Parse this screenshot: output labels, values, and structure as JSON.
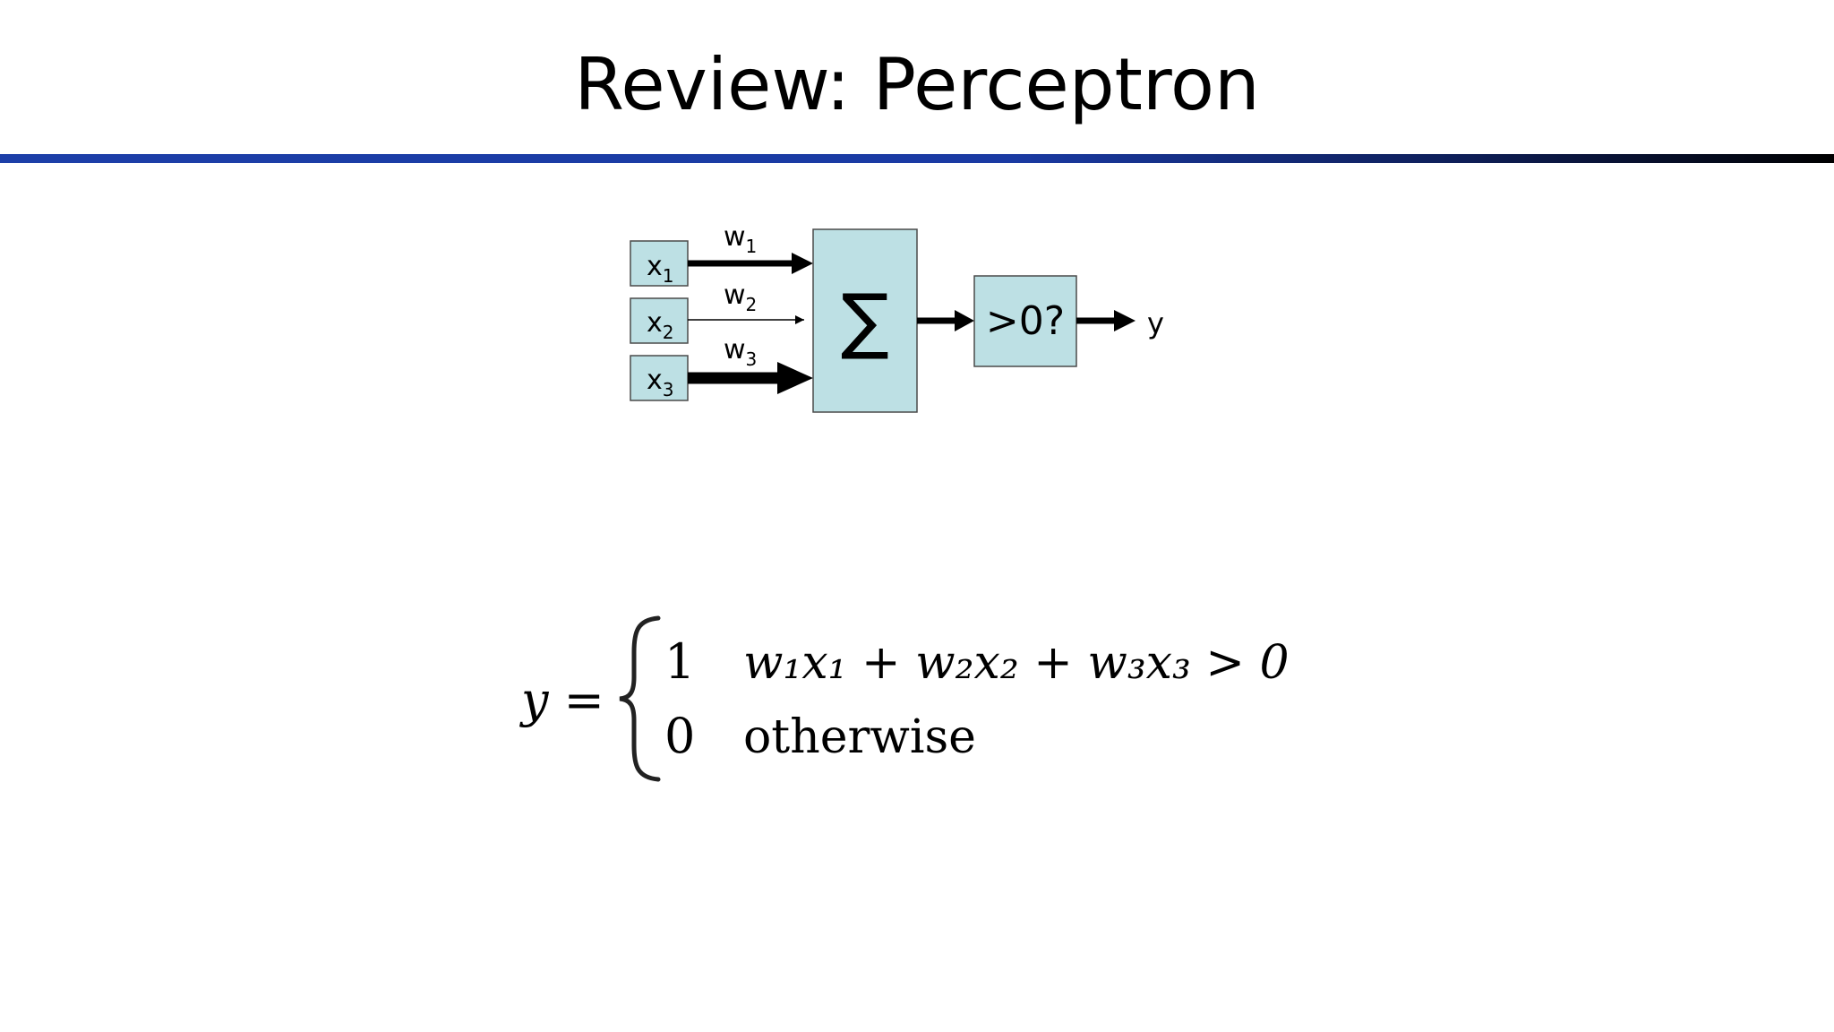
{
  "slide": {
    "title": "Review: Perceptron"
  },
  "colors": {
    "box_fill": "#bde0e4",
    "box_stroke": "#4a4a4a",
    "rule_blue": "#1c3fa8",
    "rule_dark": "#000000"
  },
  "diagram": {
    "inputs": [
      {
        "label": "x",
        "sub": "1"
      },
      {
        "label": "x",
        "sub": "2"
      },
      {
        "label": "x",
        "sub": "3"
      }
    ],
    "weights": [
      {
        "label": "w",
        "sub": "1"
      },
      {
        "label": "w",
        "sub": "2"
      },
      {
        "label": "w",
        "sub": "3"
      }
    ],
    "sum_symbol": "∑",
    "threshold_label": ">0?",
    "output_label": "y"
  },
  "formula": {
    "lhs": "y =",
    "case1_value": "1",
    "case1_condition": "w₁x₁ + w₂x₂ + w₃x₃ > 0",
    "case2_value": "0",
    "case2_condition": "otherwise"
  }
}
